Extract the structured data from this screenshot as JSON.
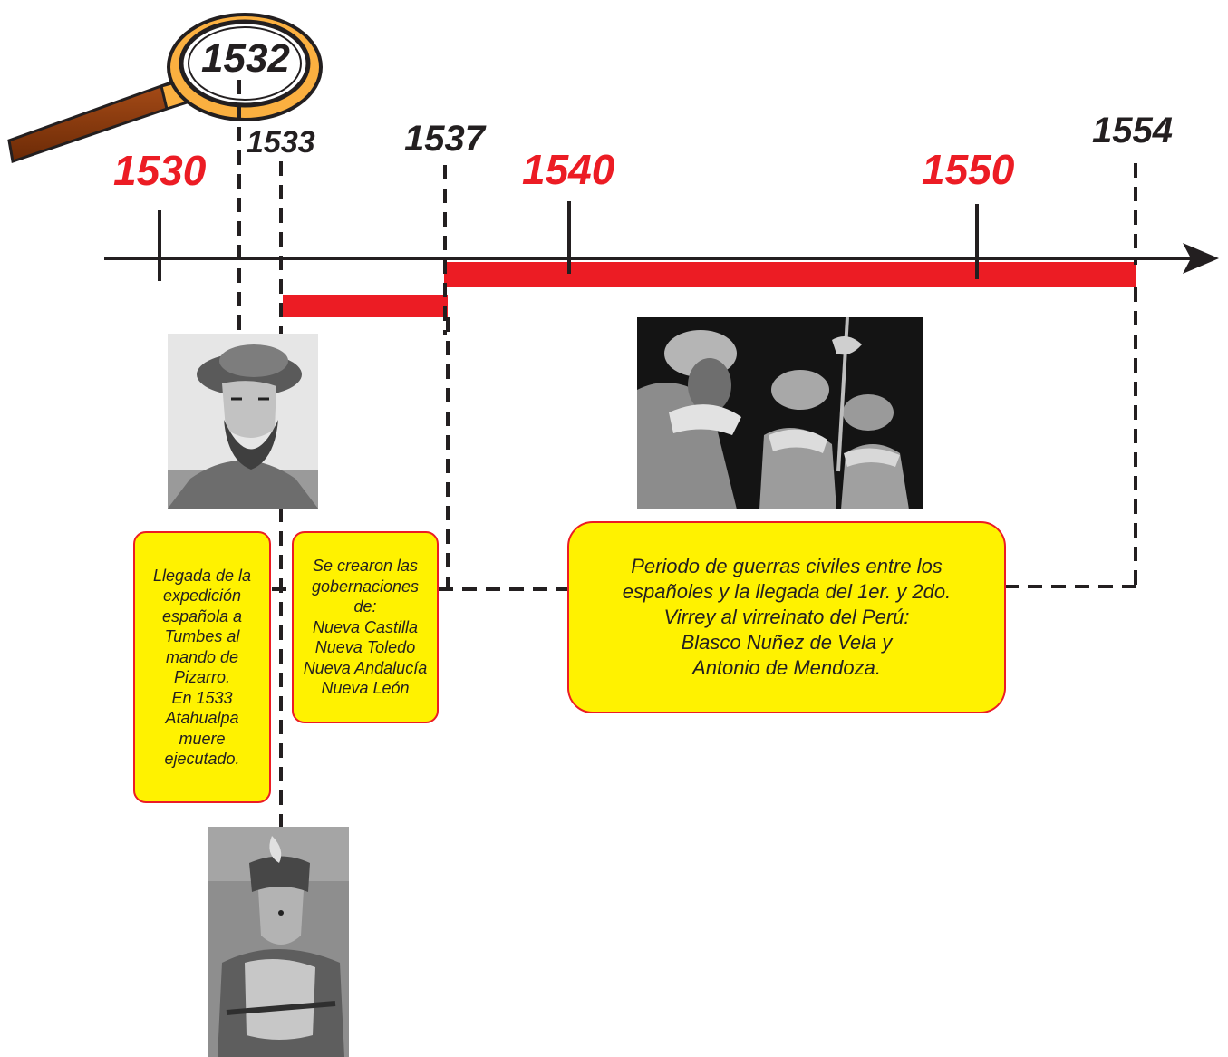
{
  "timeline": {
    "highlight_year": "1532",
    "years": [
      {
        "label": "1530",
        "kind": "main"
      },
      {
        "label": "1533",
        "kind": "event"
      },
      {
        "label": "1537",
        "kind": "event"
      },
      {
        "label": "1540",
        "kind": "main"
      },
      {
        "label": "1550",
        "kind": "main"
      },
      {
        "label": "1554",
        "kind": "event"
      }
    ],
    "colors": {
      "main_year": "#ec1c24",
      "event_year": "#231f20",
      "bar": "#ec1c24",
      "box_fill": "#fff200",
      "box_border": "#ec1c24"
    }
  },
  "notes": {
    "pizarro": "Llegada de la\nexpedición\nespañola a\nTumbes al\nmando de\nPizarro.\nEn 1533\nAtahualpa\nmuere\nejecutado.",
    "gobernaciones": "Se crearon las\ngobernaciones\nde:\nNueva Castilla\nNueva Toledo\nNueva Andalucía\nNueva León",
    "guerras": "Periodo de guerras civiles entre los\nespañoles y la llegada del 1er. y 2do.\nVirrey al virreinato del Perú:\nBlasco Nuñez de Vela y\nAntonio de Mendoza."
  },
  "images": {
    "pizarro": "portrait-engraving",
    "conquistadors": "armored-soldiers-photo",
    "atahualpa": "inca-portrait"
  },
  "icons": [
    "magnifying-glass-icon",
    "arrow-right-icon"
  ]
}
